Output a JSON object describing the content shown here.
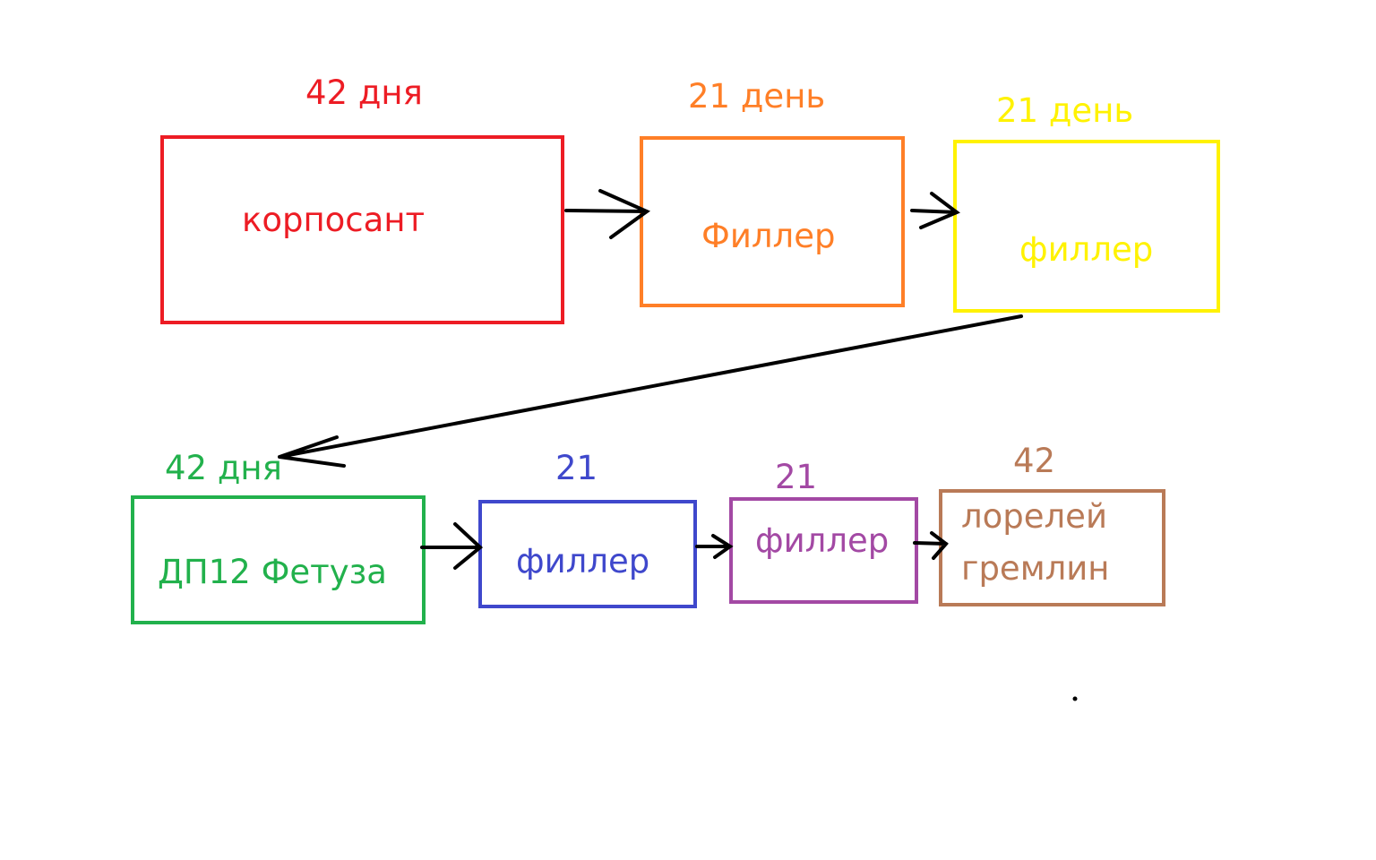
{
  "colors": {
    "red": "#ED1C24",
    "orange": "#FF7F27",
    "yellow": "#FFF200",
    "green": "#22B14C",
    "blue": "#3F48CC",
    "purple": "#A349A4",
    "brown": "#B97A57",
    "arrow": "#000000"
  },
  "row1": [
    {
      "duration": "42 дня",
      "name": "корпосант"
    },
    {
      "duration": "21 день",
      "name": "Филлер"
    },
    {
      "duration": "21 день",
      "name": "филлер"
    }
  ],
  "row2": [
    {
      "duration": "42 дня",
      "name": "ДП12 Фетуза"
    },
    {
      "duration": "21",
      "name": "филлер"
    },
    {
      "duration": "21",
      "name": "филлер"
    },
    {
      "duration": "42",
      "name_line1": "лорелей",
      "name_line2": "гремлин"
    }
  ]
}
